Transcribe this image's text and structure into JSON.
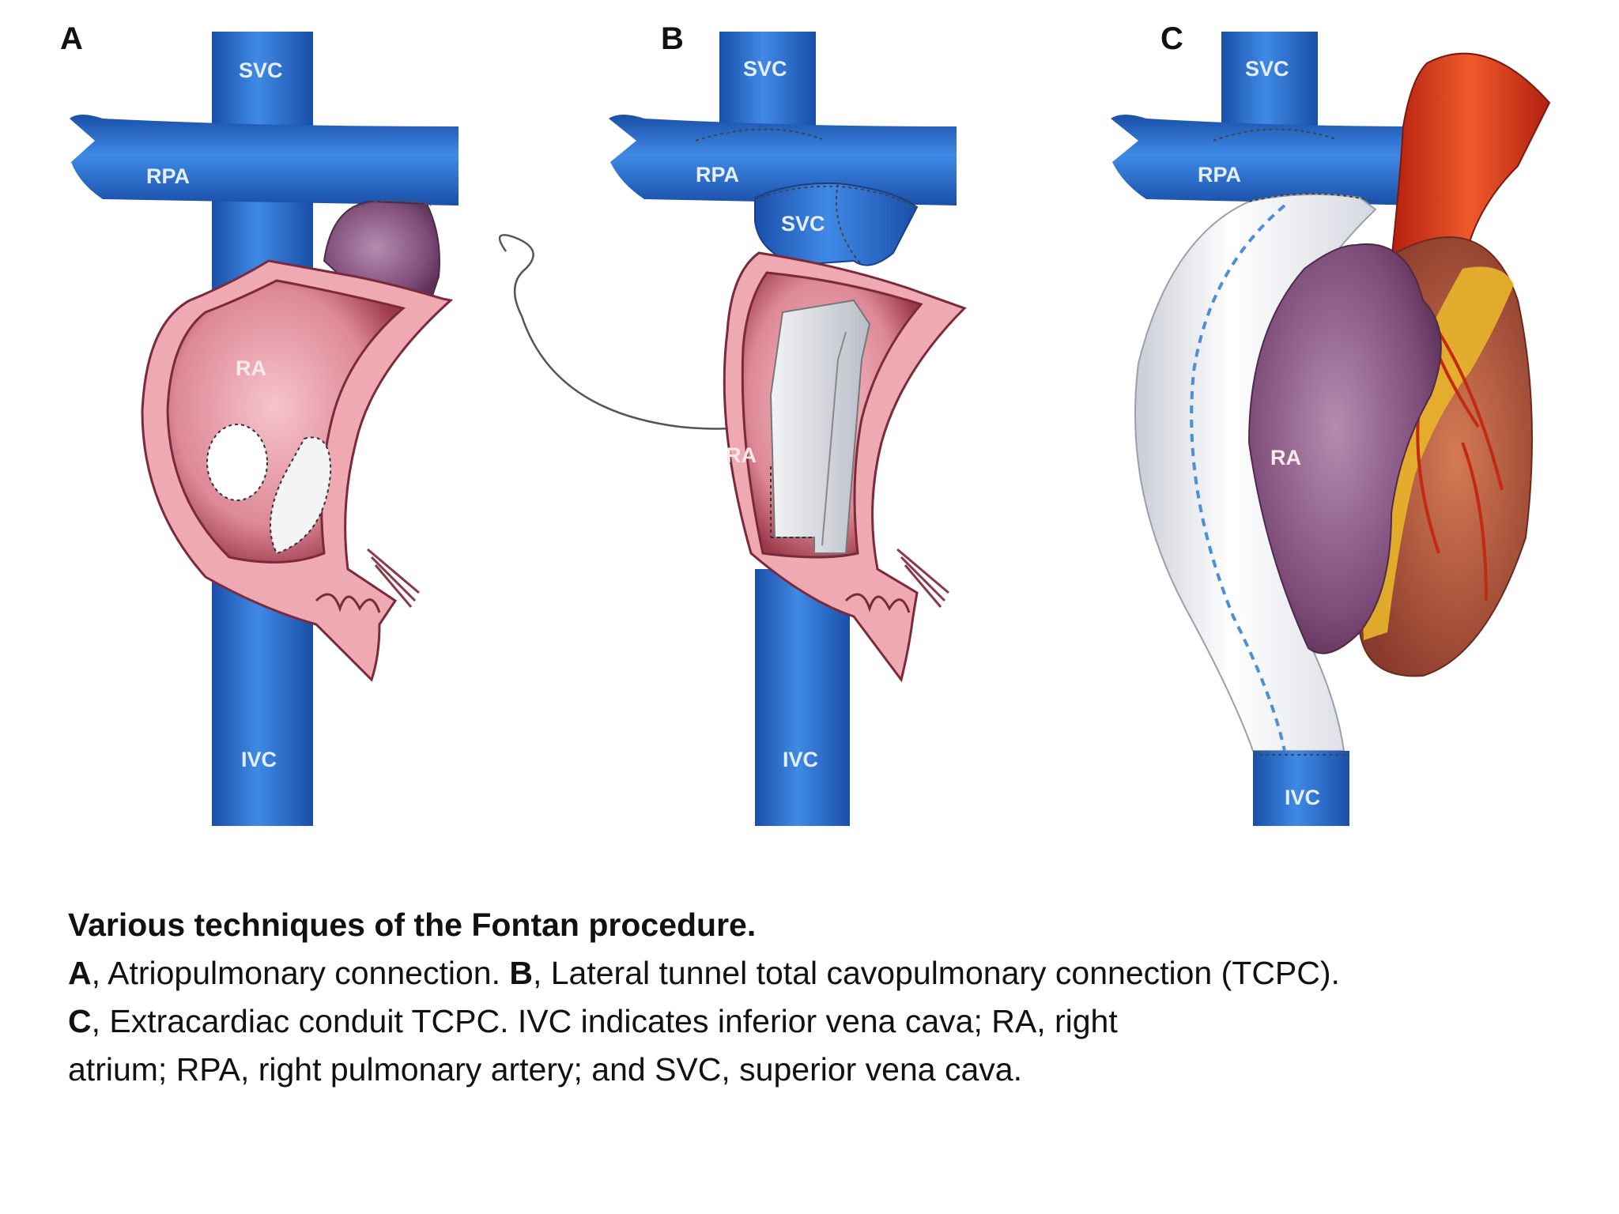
{
  "figure": {
    "panels": [
      {
        "letter": "A",
        "labels": {
          "svc": "SVC",
          "rpa": "RPA",
          "ra": "RA",
          "ivc": "IVC"
        }
      },
      {
        "letter": "B",
        "labels": {
          "svc": "SVC",
          "rpa": "RPA",
          "svc2": "SVC",
          "ra": "RA",
          "ivc": "IVC"
        }
      },
      {
        "letter": "C",
        "labels": {
          "svc": "SVC",
          "rpa": "RPA",
          "ra": "RA",
          "ivc": "IVC"
        }
      }
    ],
    "colors": {
      "vein": "#2a6fd0",
      "atrium": "#eda4ae",
      "atrium_dark": "#8a2a3c",
      "ra_outer": "#8c5a85",
      "aorta": "#d63a1e",
      "conduit": "#eef0f4"
    }
  },
  "caption": {
    "title": "Various techniques of the Fontan procedure.",
    "line1_a": "A",
    "line1_a_text": ", Atriopulmonary connection. ",
    "line1_b": "B",
    "line1_b_text": ", Lateral tunnel total cavopulmonary connection (TCPC).",
    "line2_c": "C",
    "line2_c_text": ", Extracardiac conduit TCPC. IVC indicates inferior vena cava; RA, right",
    "line3": "atrium; RPA, right pulmonary artery; and SVC, superior vena cava."
  }
}
